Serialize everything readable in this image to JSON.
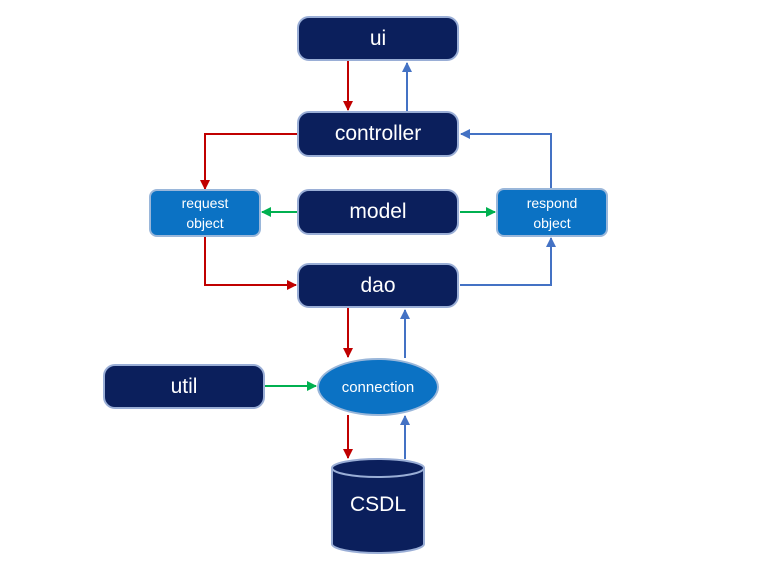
{
  "nodes": {
    "ui": "ui",
    "controller": "controller",
    "request_object": "request\nobject",
    "model": "model",
    "respond_object": "respond\nobject",
    "dao": "dao",
    "util": "util",
    "connection": "connection",
    "csdl": "CSDL"
  },
  "colors": {
    "node_dark": "#0b1f5c",
    "node_light": "#0b72c4",
    "arrow_request": "#c00000",
    "arrow_response": "#4472c4",
    "arrow_model": "#00b050"
  }
}
